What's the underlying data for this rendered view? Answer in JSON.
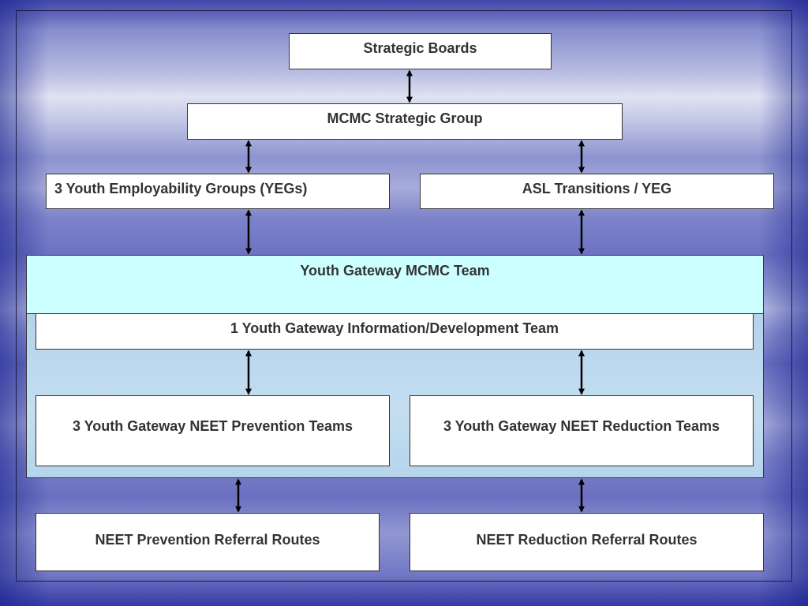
{
  "diagram": {
    "boxes": {
      "strategic_boards": "Strategic Boards",
      "mcmc_strategic_group": "MCMC Strategic Group",
      "yegs": "3 Youth Employability Groups (YEGs)",
      "asl_transitions": "ASL Transitions / YEG",
      "youth_gateway_mcmc_team": "Youth Gateway MCMC Team",
      "info_dev_team": "1 Youth Gateway Information/Development Team",
      "prevention_teams": "3 Youth Gateway NEET Prevention Teams",
      "reduction_teams": "3 Youth Gateway NEET Reduction Teams",
      "prevention_routes": "NEET Prevention Referral Routes",
      "reduction_routes": "NEET Reduction Referral Routes"
    },
    "colors": {
      "panel_header": "#ccffff",
      "box": "#ffffff",
      "arrow": "#000000"
    }
  }
}
